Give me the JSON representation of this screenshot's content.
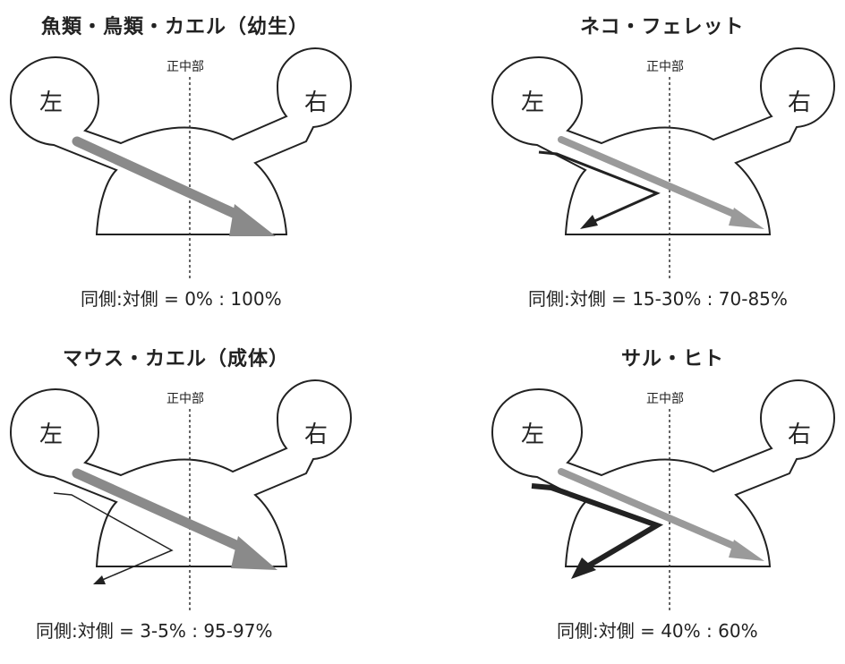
{
  "panels": [
    {
      "id": "p1",
      "title": "魚類・鳥類・カエル（幼生）",
      "midline": "正中部",
      "left": "左",
      "right": "右",
      "ratio": "同側:対側 = 0% : 100%",
      "ipsilateral": "none"
    },
    {
      "id": "p2",
      "title": "ネコ・フェレット",
      "midline": "正中部",
      "left": "左",
      "right": "右",
      "ratio": "同側:対側 = 15-30% : 70-85%",
      "ipsilateral": "dark"
    },
    {
      "id": "p3",
      "title": "マウス・カエル（成体）",
      "midline": "正中部",
      "left": "左",
      "right": "右",
      "ratio": "同側:対側 = 3-5% : 95-97%",
      "ipsilateral": "thin"
    },
    {
      "id": "p4",
      "title": "サル・ヒト",
      "midline": "正中部",
      "left": "左",
      "right": "右",
      "ratio": "同側:対側 = 40% : 60%",
      "ipsilateral": "thick"
    }
  ]
}
